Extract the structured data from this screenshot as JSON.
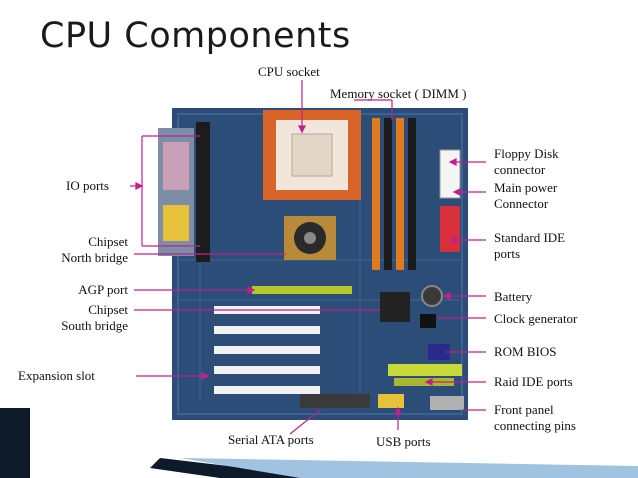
{
  "title": "CPU Components",
  "labels": {
    "cpu_socket": "CPU socket",
    "memory_socket": "Memory socket ( DIMM )",
    "floppy_disk": [
      "Floppy Disk",
      "connector"
    ],
    "main_power": [
      "Main power",
      "Connector"
    ],
    "standard_ide": [
      "Standard IDE",
      "ports"
    ],
    "battery": "Battery",
    "clock_generator": "Clock generator",
    "rom_bios": "ROM  BIOS",
    "raid_ide": "Raid IDE ports",
    "front_panel": [
      "Front panel",
      "connecting pins"
    ],
    "usb_ports": "USB ports",
    "serial_ata": "Serial ATA ports",
    "expansion_slot": "Expansion slot",
    "chipset_south": [
      "Chipset",
      "South bridge"
    ],
    "agp_port": "AGP port",
    "chipset_north": [
      "Chipset",
      "North bridge"
    ],
    "io_ports": "IO ports"
  },
  "colors": {
    "board": "#2b4d78",
    "pointer": "#c0208a",
    "cpu_socket": "#d9642a",
    "dimm": "#e07a1e",
    "agp": "#b5c82a",
    "slot": "#f2f2f2",
    "footer_dark": "#0c1a2a",
    "footer_light": "#9fc3e0"
  }
}
